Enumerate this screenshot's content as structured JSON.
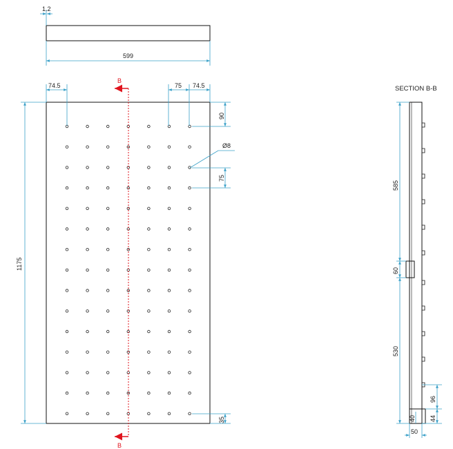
{
  "top_view": {
    "thickness_label": "1.2",
    "width_label": "599"
  },
  "front_view": {
    "left_margin_label": "74.5",
    "spacing_label": "75",
    "right_margin_label": "74.5",
    "height_label": "1175",
    "top_offset_label": "90",
    "vertical_spacing_label": "75",
    "bottom_offset_label": "35",
    "hole_label": "Ø8",
    "hole_columns": 7,
    "hole_rows": 15
  },
  "section_marker": {
    "top_label": "B",
    "bottom_label": "B"
  },
  "section_view": {
    "title": "SECTION B-B",
    "upper_label": "585",
    "middle_label": "60",
    "lower_label": "530",
    "tab_label_a": "96",
    "tab_label_b": "44",
    "bottom_label": "40",
    "depth_label": "50"
  },
  "colors": {
    "dimension": "#3aa0c8",
    "cut_line": "#e0141e",
    "outline": "#111111"
  }
}
